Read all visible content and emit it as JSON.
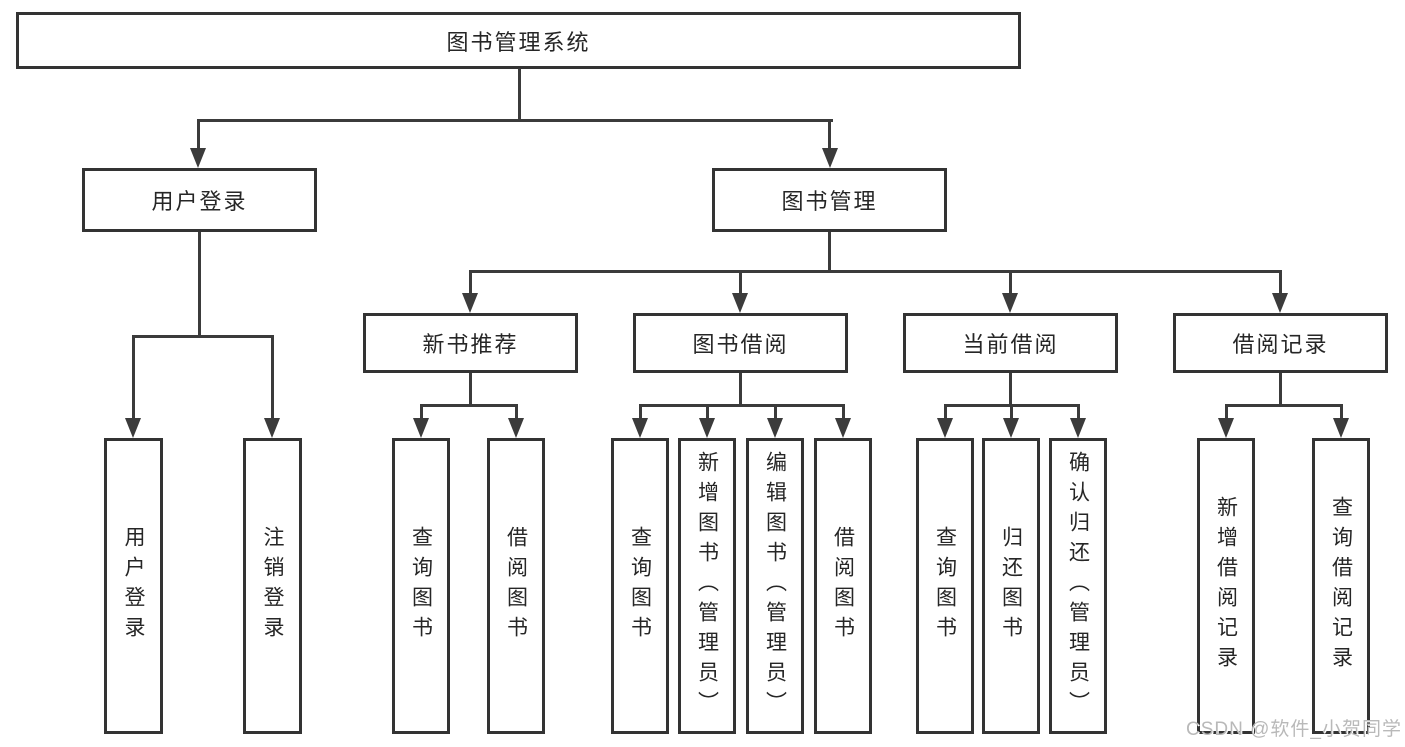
{
  "diagram": {
    "colors": {
      "line": "#3b3b3b",
      "box_border": "#333333",
      "box_fill": "#ffffff",
      "text": "#262626",
      "watermark": "#b9b9b9",
      "background": "#ffffff"
    },
    "tree": {
      "label": "图书管理系统",
      "children": [
        {
          "label": "用户登录",
          "children": [
            {
              "label": "用户登录"
            },
            {
              "label": "注销登录"
            }
          ]
        },
        {
          "label": "图书管理",
          "children": [
            {
              "label": "新书推荐",
              "children": [
                {
                  "label": "查询图书"
                },
                {
                  "label": "借阅图书"
                }
              ]
            },
            {
              "label": "图书借阅",
              "children": [
                {
                  "label": "查询图书"
                },
                {
                  "label": "新增图书（管理员）"
                },
                {
                  "label": "编辑图书（管理员）"
                },
                {
                  "label": "借阅图书"
                }
              ]
            },
            {
              "label": "当前借阅",
              "children": [
                {
                  "label": "查询图书"
                },
                {
                  "label": "归还图书"
                },
                {
                  "label": "确认归还（管理员）"
                }
              ]
            },
            {
              "label": "借阅记录",
              "children": [
                {
                  "label": "新增借阅记录"
                },
                {
                  "label": "查询借阅记录"
                }
              ]
            }
          ]
        }
      ]
    }
  },
  "watermark": {
    "text": "CSDN @软件_小贺同学"
  }
}
